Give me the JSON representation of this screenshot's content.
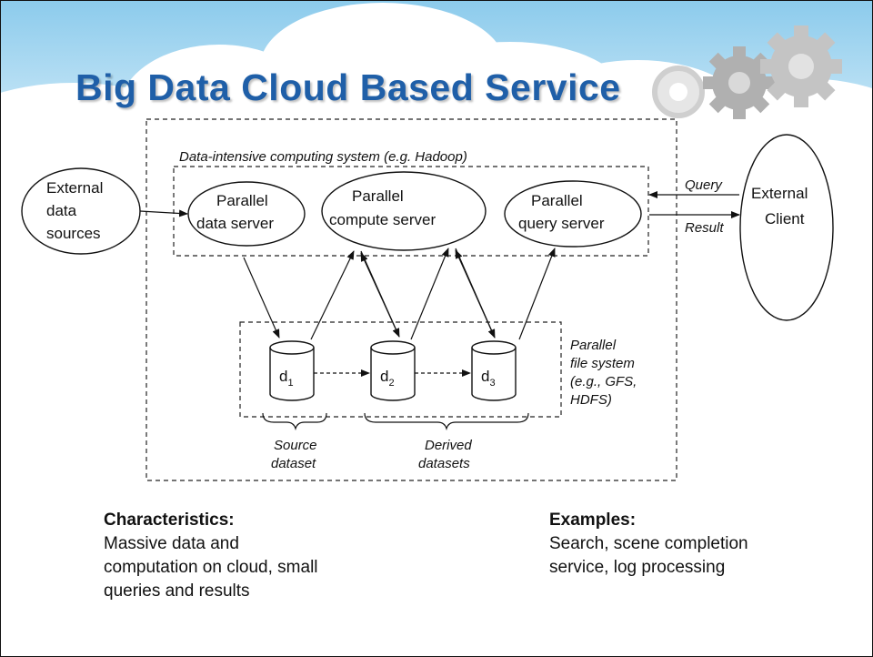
{
  "slide": {
    "title": "Big Data Cloud Based Service"
  },
  "diagram": {
    "system_label": "Data-intensive computing system  (e.g. Hadoop)",
    "external_sources": [
      "External",
      "data",
      "sources"
    ],
    "data_server": [
      "Parallel",
      "data server"
    ],
    "compute_server": [
      "Parallel",
      "compute server"
    ],
    "query_server": [
      "Parallel",
      "query server"
    ],
    "external_client": [
      "External",
      "Client"
    ],
    "query_label": "Query",
    "result_label": "Result",
    "datasets": [
      {
        "letter": "d",
        "sub": "1"
      },
      {
        "letter": "d",
        "sub": "2"
      },
      {
        "letter": "d",
        "sub": "3"
      }
    ],
    "file_system": [
      "Parallel",
      "file system",
      "(e.g., GFS,",
      "HDFS)"
    ],
    "source_dataset": [
      "Source",
      "dataset"
    ],
    "derived_datasets": [
      "Derived",
      "datasets"
    ]
  },
  "characteristics": {
    "heading": "Characteristics:",
    "lines": [
      "Massive data and",
      "computation on cloud, small",
      "queries and results"
    ]
  },
  "examples": {
    "heading": "Examples:",
    "lines": [
      "Search, scene completion",
      "service,  log processing"
    ]
  },
  "colors": {
    "title": "#1f5fa8",
    "sky": "#9fd3ef",
    "cloud": "#ffffff",
    "gear": "#b9b9b9"
  },
  "icons": [
    "cloud-decoration",
    "gear-icon"
  ]
}
